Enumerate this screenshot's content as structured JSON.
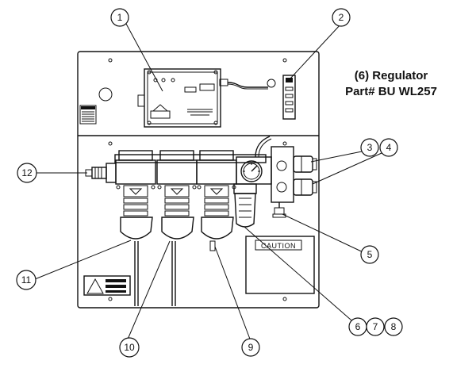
{
  "title": {
    "line1": "(6) Regulator",
    "line2": "Part# BU WL257"
  },
  "warning_label": "CAUTION",
  "callouts": {
    "c1": "1",
    "c2": "2",
    "c3": "3",
    "c4": "4",
    "c5": "5",
    "c6": "6",
    "c7": "7",
    "c8": "8",
    "c9": "9",
    "c10": "10",
    "c11": "11",
    "c12": "12"
  }
}
